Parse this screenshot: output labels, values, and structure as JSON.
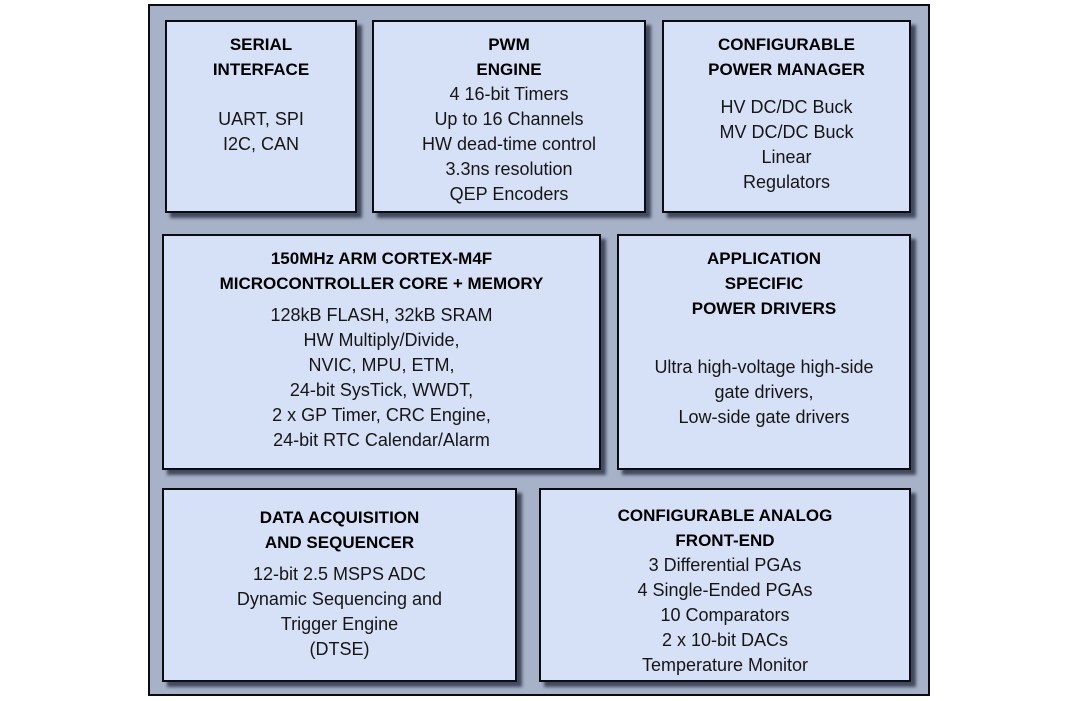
{
  "diagram": {
    "description": "SoC block diagram",
    "colors": {
      "page_background": "#ffffff",
      "outer_background": "#a7b1c7",
      "block_fill": "#d6e0f6",
      "border": "#0b0b14",
      "shadow": "#1c2238",
      "text": "#000000"
    },
    "blocks": [
      {
        "name": "serial-interface",
        "title": "SERIAL\nINTERFACE",
        "body": "UART, SPI\nI2C, CAN"
      },
      {
        "name": "pwm-engine",
        "title": "PWM\nENGINE",
        "body": "4 16-bit Timers\nUp to 16 Channels\nHW dead-time control\n3.3ns resolution\nQEP Encoders"
      },
      {
        "name": "configurable-power-manager",
        "title": "CONFIGURABLE\nPOWER MANAGER",
        "body": "HV DC/DC Buck\nMV DC/DC Buck\nLinear\nRegulators"
      },
      {
        "name": "microcontroller-core-memory",
        "title": "150MHz ARM CORTEX-M4F\nMICROCONTROLLER CORE + MEMORY",
        "body": "128kB FLASH, 32kB SRAM\nHW Multiply/Divide,\nNVIC, MPU, ETM,\n24-bit SysTick, WWDT,\n2 x GP Timer, CRC Engine,\n24-bit RTC Calendar/Alarm"
      },
      {
        "name": "application-specific-power-drivers",
        "title": "APPLICATION\nSPECIFIC\nPOWER DRIVERS",
        "body": "Ultra high-voltage high-side\ngate drivers,\nLow-side gate drivers"
      },
      {
        "name": "data-acquisition-and-sequencer",
        "title": "DATA ACQUISITION\nAND SEQUENCER",
        "body": "12-bit 2.5 MSPS ADC\nDynamic Sequencing and\nTrigger Engine\n(DTSE)"
      },
      {
        "name": "configurable-analog-front-end",
        "title": "CONFIGURABLE ANALOG\nFRONT-END",
        "body": "3 Differential PGAs\n4 Single-Ended PGAs\n10 Comparators\n2 x 10-bit DACs\nTemperature Monitor"
      }
    ]
  }
}
